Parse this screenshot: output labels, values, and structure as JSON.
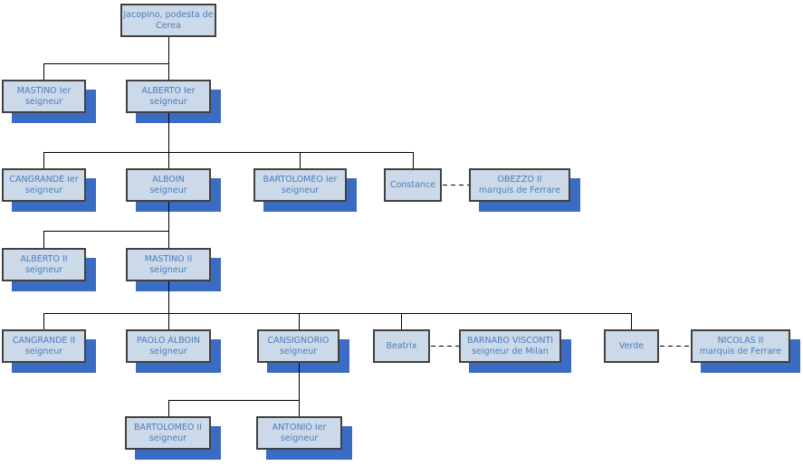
{
  "diagram": {
    "type": "family-tree",
    "nodes": {
      "jacopino": {
        "title": "Jacopino, podesta de",
        "subtitle": "Cerea"
      },
      "mastino1": {
        "title": "MASTINO Ier",
        "subtitle": "seigneur"
      },
      "alberto1": {
        "title": "ALBERTO Ier",
        "subtitle": "seigneur"
      },
      "cangrande1": {
        "title": "CANGRANDE Ier",
        "subtitle": "seigneur"
      },
      "alboin": {
        "title": "ALBOIN",
        "subtitle": "seigneur"
      },
      "bartolomeo1": {
        "title": "BARTOLOMEO Ier",
        "subtitle": "seigneur"
      },
      "constance": {
        "title": "Constance",
        "subtitle": ""
      },
      "obezzo2": {
        "title": "OBEZZO II",
        "subtitle": "marquis de Ferrare"
      },
      "alberto2": {
        "title": "ALBERTO II",
        "subtitle": "seigneur"
      },
      "mastino2": {
        "title": "MASTINO II",
        "subtitle": "seigneur"
      },
      "cangrande2": {
        "title": "CANGRANDE II",
        "subtitle": "seigneur"
      },
      "paoloalboin": {
        "title": "PAOLO ALBOIN",
        "subtitle": "seigneur"
      },
      "cansignorio": {
        "title": "CANSIGNORIO",
        "subtitle": "seigneur"
      },
      "beatrix": {
        "title": "Beatrix",
        "subtitle": ""
      },
      "barnabo": {
        "title": "BARNABO VISCONTI",
        "subtitle": "seigneur de Milan"
      },
      "verde": {
        "title": "Verde",
        "subtitle": ""
      },
      "nicolas2": {
        "title": "NICOLAS II",
        "subtitle": "marquis de Ferrare"
      },
      "bartolomeo2": {
        "title": "BARTOLOMEO II",
        "subtitle": "seigneur"
      },
      "antonio1": {
        "title": "ANTONIO Ier",
        "subtitle": "seigneur"
      }
    },
    "edges": [
      {
        "from": "jacopino",
        "to": [
          "mastino1",
          "alberto1"
        ],
        "style": "solid"
      },
      {
        "from": "alberto1",
        "to": [
          "cangrande1",
          "alboin",
          "bartolomeo1",
          "constance"
        ],
        "style": "solid"
      },
      {
        "from": "alboin",
        "to": [
          "alberto2",
          "mastino2"
        ],
        "style": "solid"
      },
      {
        "from": "mastino2",
        "to": [
          "cangrande2",
          "paoloalboin",
          "cansignorio",
          "beatrix",
          "verde"
        ],
        "style": "solid"
      },
      {
        "from": "cansignorio",
        "to": [
          "bartolomeo2",
          "antonio1"
        ],
        "style": "solid"
      },
      {
        "from": "constance",
        "to": [
          "obezzo2"
        ],
        "style": "dashed"
      },
      {
        "from": "beatrix",
        "to": [
          "barnabo"
        ],
        "style": "dashed"
      },
      {
        "from": "verde",
        "to": [
          "nicolas2"
        ],
        "style": "dashed"
      }
    ],
    "colors": {
      "node_fill": "#ccd9e8",
      "node_border": "#414141",
      "node_text": "#4a7dbe",
      "node_shadow": "#3a6cc4",
      "connector": "#000000",
      "background": "#ffffff"
    }
  }
}
